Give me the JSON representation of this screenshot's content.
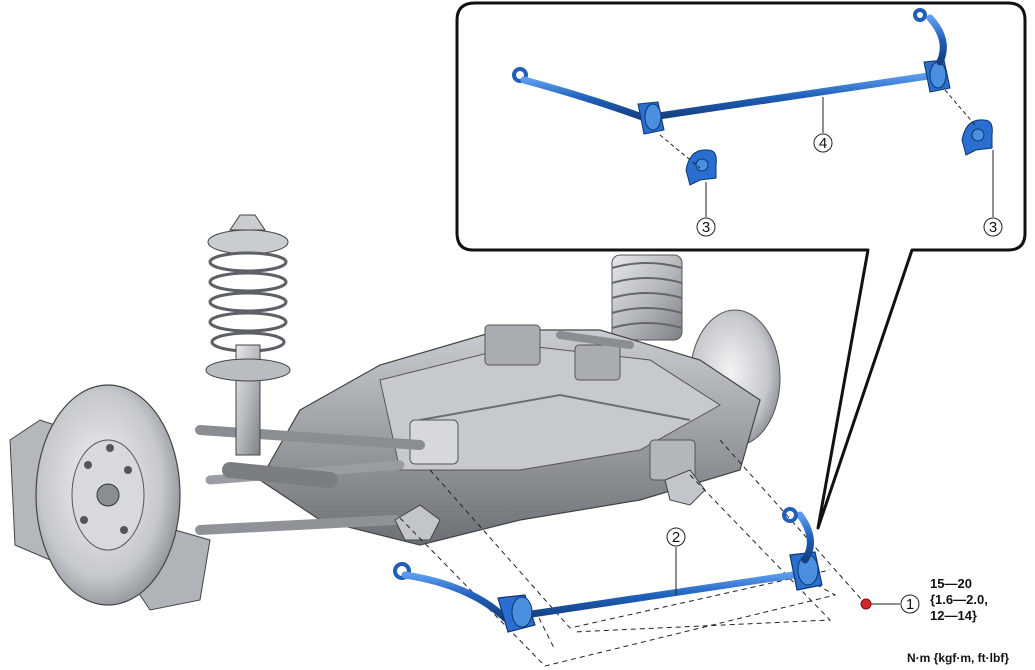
{
  "callouts": {
    "bolt": "1",
    "stabilizer_assembly": "2",
    "bushing_left": "3",
    "bushing_right": "3",
    "stabilizer_bar": "4"
  },
  "torque": {
    "line1": "15—20",
    "line2": "{1.6—2.0,",
    "line3": "12—14}"
  },
  "units": "N·m {kgf·m, ft·lbf}",
  "colors": {
    "part_blue": "#1f5fb8",
    "part_blue_light": "#4a8fe0",
    "chassis_gray": "#b9bcc0",
    "bolt_red": "#d8262b"
  }
}
